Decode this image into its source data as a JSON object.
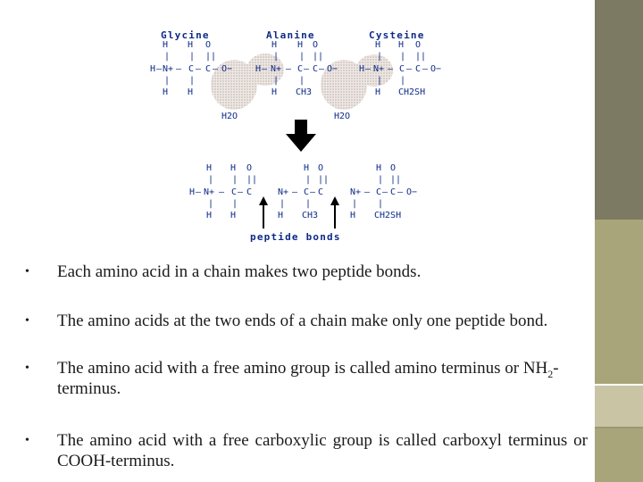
{
  "diagram": {
    "top_labels": [
      "Glycine",
      "Alanine",
      "Cysteine"
    ],
    "water_labels": [
      "H2O",
      "H2O"
    ],
    "bottom_label": "peptide bonds",
    "atoms": {
      "H": "H",
      "O": "O",
      "N_plus": "N+",
      "C": "C",
      "O_minus": "O−",
      "CH3": "CH3",
      "CH2SH": "CH2SH",
      "single_bond_h": "—",
      "single_bond_v": "|",
      "double_bond_v": "||"
    },
    "colors": {
      "text": "#0d2a87",
      "arrow": "#000000",
      "water_blob": "#d8d0cc"
    }
  },
  "bullets": [
    {
      "text": "Each amino acid in a chain makes two peptide bonds."
    },
    {
      "text": "The amino acids at the two ends of a chain make only one peptide bond."
    },
    {
      "text_before_sub": "The amino acid with a free amino group is called amino terminus or NH",
      "sub": "2",
      "text_after_sub": "-terminus."
    },
    {
      "text": "The amino acid with a free carboxylic group is called carboxyl terminus or COOH-terminus."
    }
  ],
  "bullet_symbol": "•",
  "sidebar": {
    "colors": [
      "#7c7a62",
      "#a8a57a",
      "#c9c5a4"
    ]
  }
}
